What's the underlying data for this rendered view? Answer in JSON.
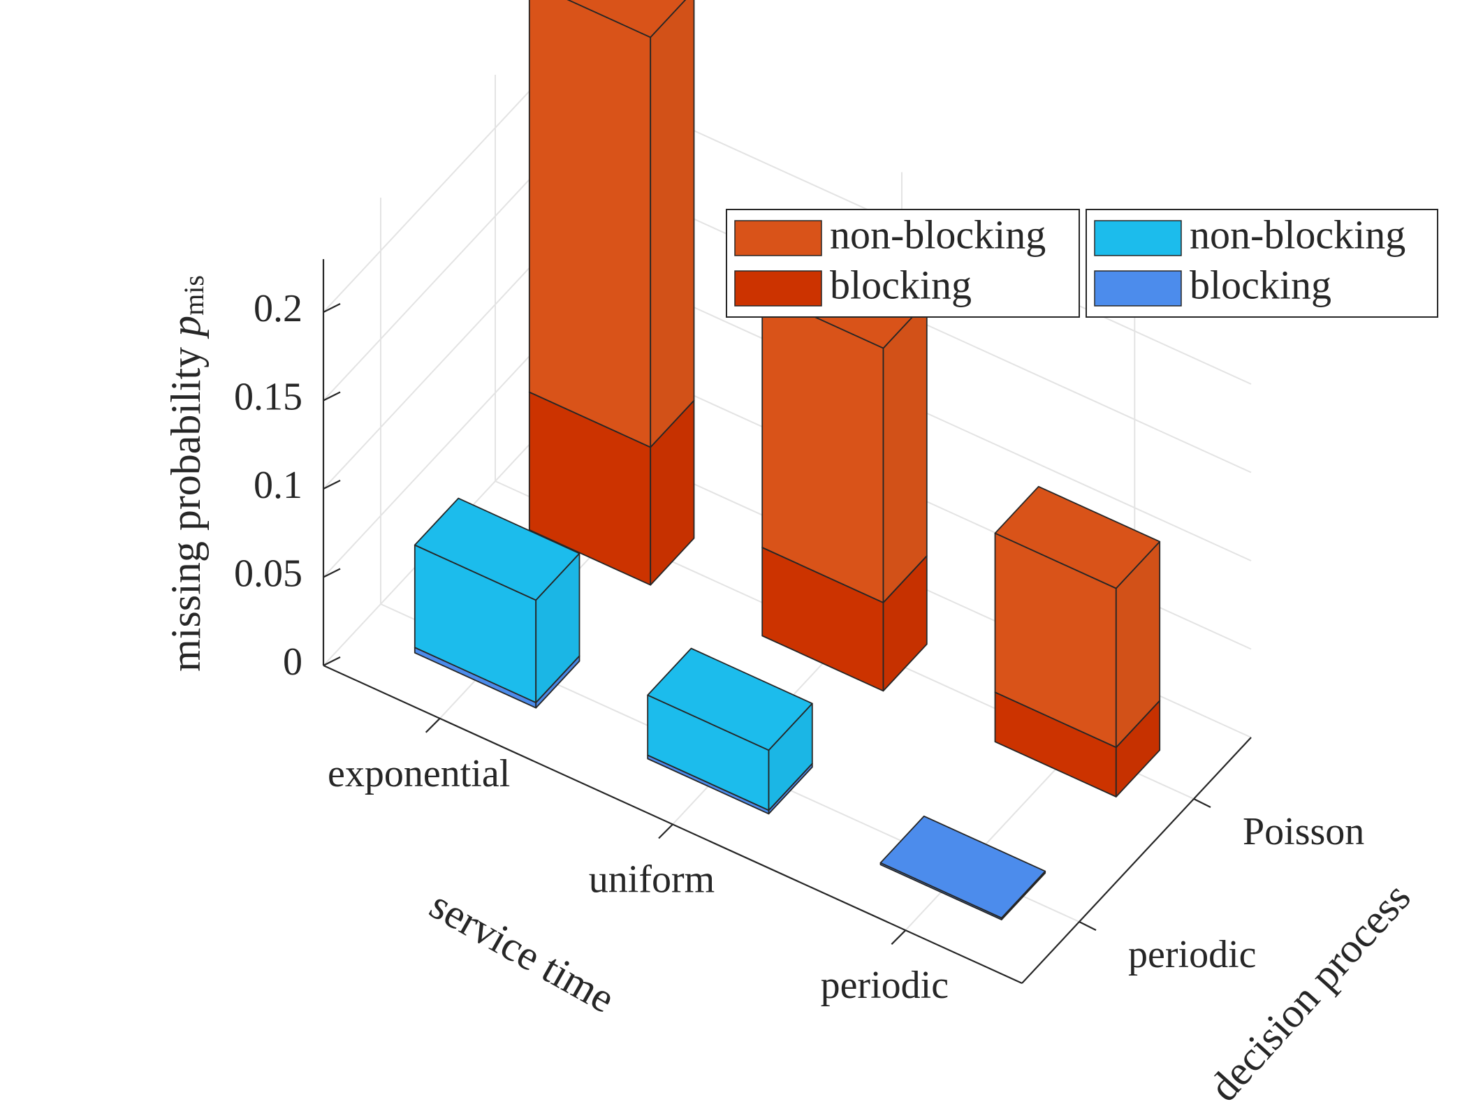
{
  "chart_data": {
    "type": "bar",
    "subtype": "3d-stacked",
    "zlabel": "missing probability ",
    "zlabel_symbol": "p",
    "zlabel_subscript": "mis",
    "xlabel": "service time",
    "ylabel": "decision process",
    "x_categories": [
      "exponential",
      "uniform",
      "periodic"
    ],
    "y_categories": [
      "periodic",
      "Poisson"
    ],
    "zlim": [
      0,
      0.23
    ],
    "zticks": [
      0,
      0.05,
      0.1,
      0.15,
      0.2
    ],
    "ztick_labels": [
      "0",
      "0.05",
      "0.1",
      "0.15",
      "0.2"
    ],
    "grid": true,
    "stacks": [
      {
        "decision_process": "Poisson",
        "color_top": "#D95319",
        "color_bottom": "#CC3300",
        "series": [
          {
            "name": "blocking",
            "values": [
              0.078,
              0.05,
              0.028
            ]
          },
          {
            "name": "non-blocking",
            "values": [
              0.232,
              0.144,
              0.09
            ]
          }
        ]
      },
      {
        "decision_process": "periodic",
        "color_top": "#1CBCEC",
        "color_bottom": "#4C8CEC",
        "series": [
          {
            "name": "blocking",
            "values": [
              0.003,
              0.002,
              0.001
            ]
          },
          {
            "name": "non-blocking",
            "values": [
              0.058,
              0.034,
              0.0
            ]
          }
        ]
      }
    ],
    "legend": [
      {
        "placement": "top-right",
        "items": [
          {
            "label": "non-blocking",
            "color": "#D95319"
          },
          {
            "label": "blocking",
            "color": "#CC3300"
          }
        ]
      },
      {
        "placement": "top-right",
        "items": [
          {
            "label": "non-blocking",
            "color": "#1CBCEC"
          },
          {
            "label": "blocking",
            "color": "#4C8CEC"
          }
        ]
      }
    ]
  }
}
